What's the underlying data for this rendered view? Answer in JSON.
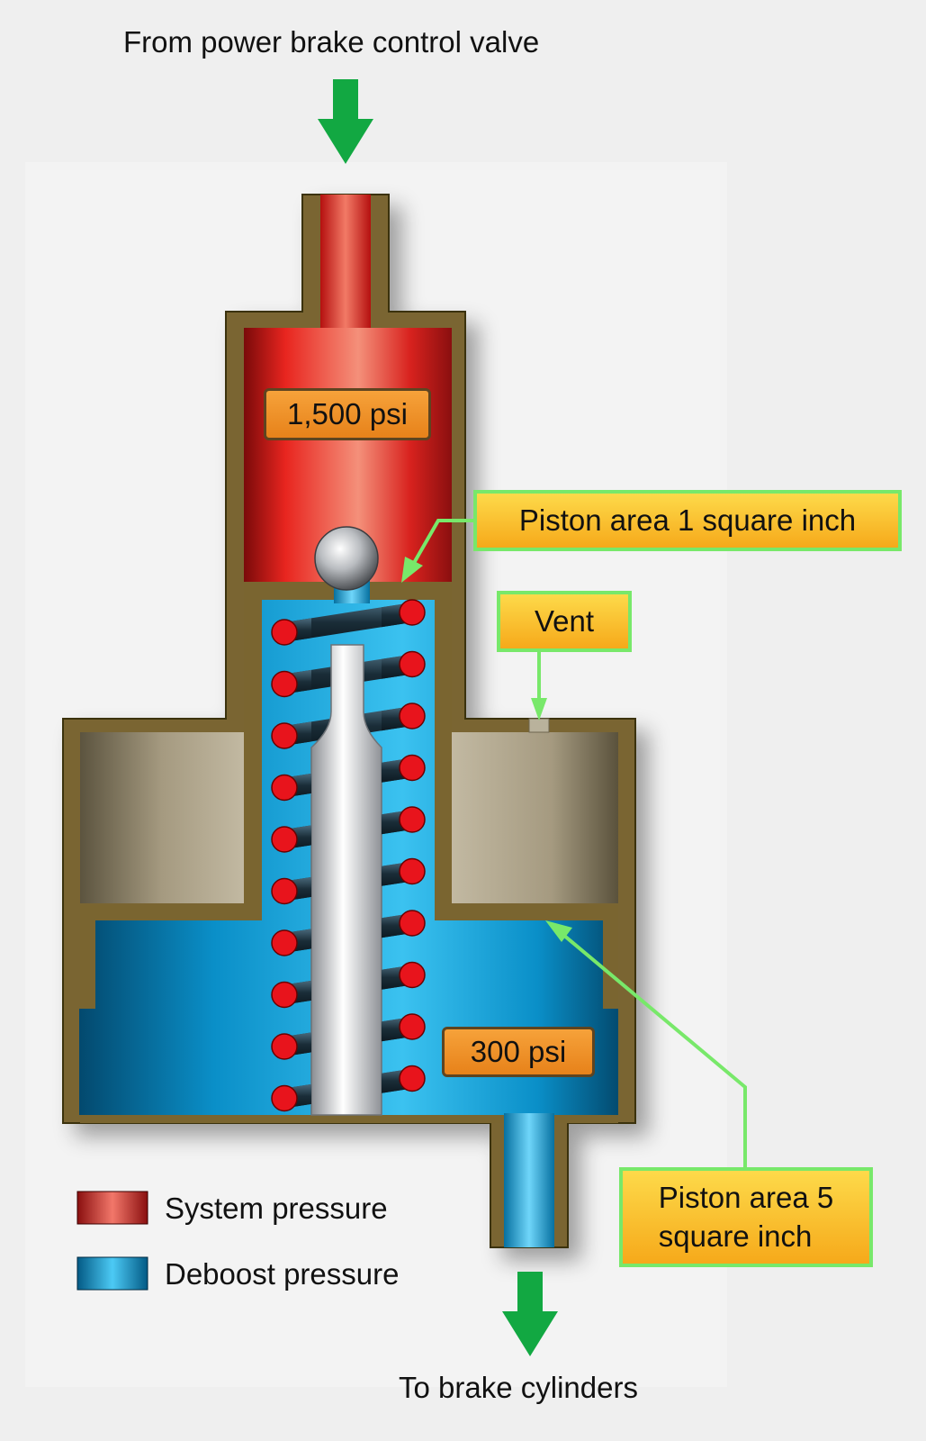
{
  "labels": {
    "inlet": "From power brake control valve",
    "outlet": "To brake cylinders"
  },
  "pressures": {
    "system": "1,500 psi",
    "deboost": "300 psi"
  },
  "callouts": {
    "small_piston": "Piston area 1 square inch",
    "vent": "Vent",
    "large_piston_line1": "Piston area 5",
    "large_piston_line2": "square inch"
  },
  "legend": {
    "system": "System pressure",
    "deboost": "Deboost pressure"
  },
  "colors": {
    "system_red": "#d8221e",
    "deboost_blue": "#1aa6e0",
    "housing_olive": "#7a6530",
    "arrow_green": "#12a842",
    "leader_green": "#78e86a",
    "label_orange": "#ef8f26",
    "spring_red": "#e8141c"
  },
  "icons": {
    "flow_arrow": "down-arrow-icon"
  }
}
